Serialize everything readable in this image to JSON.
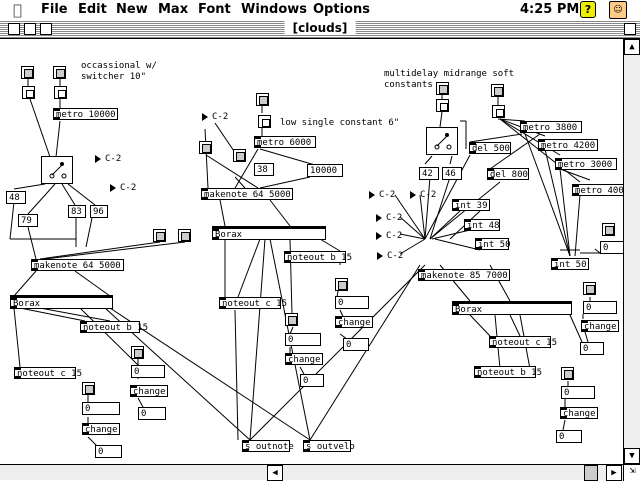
{
  "menubar": {
    "apple": "",
    "items": [
      "File",
      "Edit",
      "New",
      "Max",
      "Font",
      "Windows",
      "Options"
    ],
    "clock": "4:25 PM",
    "help_icon": "?",
    "finder_icon": "finder-icon"
  },
  "window": {
    "title": "[clouds]"
  },
  "comments": {
    "c1": "occassional w/\nswitcher 10\"",
    "c2": "low single constant 6\"",
    "c3": "multidelay midrange soft\nconstants"
  },
  "objects": {
    "metro10000": "metro 10000",
    "makenote1": "makenote 64 5000",
    "borax1": "Borax",
    "noteoutb1": "noteout b 15",
    "noteoutc1": "noteout c 15",
    "change1": "change",
    "metro6000": "metro 6000",
    "makenote2": "makenote 64 5000",
    "borax2": "Borax",
    "noteoutb2": "noteout b 15",
    "noteoutc2": "noteout c 15",
    "change2": "change",
    "change3": "change",
    "metro3800": "metro 3800",
    "metro4200": "metro 4200",
    "metro3000": "metro 3000",
    "metro400": "metro 400",
    "del500": "del 500",
    "del800": "del 800",
    "int39": "int 39",
    "int48": "int 48",
    "int50a": "int 50",
    "int50b": "int 50",
    "makenote3": "makenote 85 7000",
    "borax3": "Borax",
    "noteoutc3": "noteout c 15",
    "noteoutb3": "noteout b 15",
    "change4": "change",
    "change5": "change",
    "soutnote": "s outnote",
    "soutvelo": "s outvelo"
  },
  "messages": {
    "m1": "C-2",
    "m2": "C-2",
    "m3": "C-2",
    "m4": "C-2",
    "m5": "C-2",
    "m6": "C-2",
    "m7": "C-2",
    "m8": "C-2"
  },
  "numbers": {
    "n48": "48",
    "n79": "79",
    "n83": "83",
    "n96": "96",
    "n38": "38",
    "n10000": "10000",
    "n42": "42",
    "n46": "46",
    "z1": "0",
    "z2": "0",
    "z3": "0",
    "z4": "0",
    "z5": "0",
    "z6": "0",
    "z7": "0",
    "z8": "0"
  }
}
